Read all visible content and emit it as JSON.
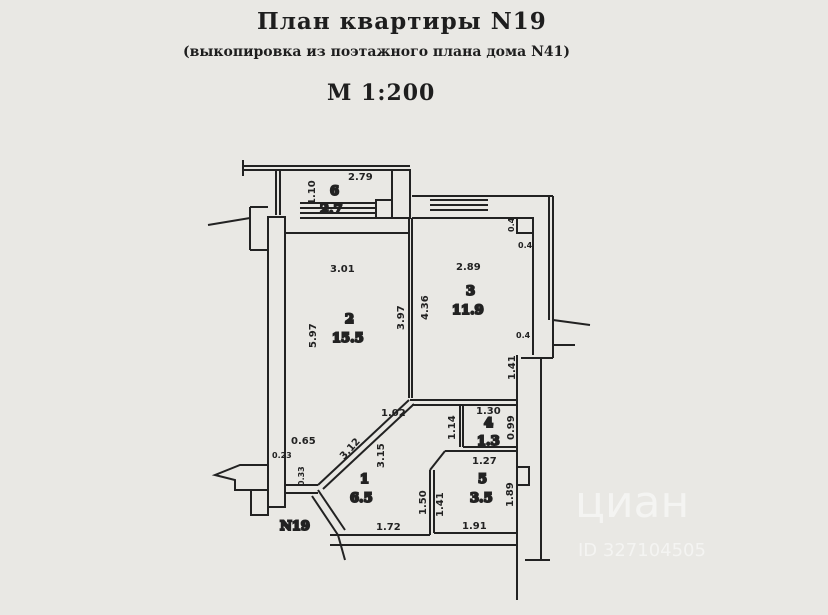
{
  "header": {
    "title": "План квартиры N19",
    "subtitle": "(выкопировка из поэтажного плана дома N41)",
    "scale": "М 1:200"
  },
  "rooms": [
    {
      "number": "1",
      "area": "6.5"
    },
    {
      "number": "2",
      "area": "15.5"
    },
    {
      "number": "3",
      "area": "11.9"
    },
    {
      "number": "4",
      "area": "1.3"
    },
    {
      "number": "5",
      "area": "3.5"
    },
    {
      "number": "6",
      "area": "2.7"
    }
  ],
  "dimensions": {
    "r6_width": "2.79",
    "r6_depth": "1.10",
    "r2_width": "3.01",
    "r2_left": "5.97",
    "r2_right": "3.97",
    "r3_width": "2.89",
    "r3_left": "4.36",
    "r3_niche_a": "0.4",
    "r3_niche_b": "0.4",
    "r3_niche_c": "0.4",
    "r3_right": "1.41",
    "r1_top": "1.02",
    "r1_diag": "3.12",
    "r1_center": "3.15",
    "r1_right": "1.14",
    "r1_bottom": "1.72",
    "r1_lower_right": "1.50",
    "r4_width": "1.30",
    "r4_depth": "0.99",
    "r5_width": "1.27",
    "r5_left": "1.41",
    "r5_right": "1.89",
    "r5_bottom": "1.91",
    "hall_a": "0.65",
    "hall_b": "0.23",
    "hall_c": "0.33"
  },
  "apartment_label": "N19",
  "watermark": {
    "brand": "циан",
    "id": "ID 327104505"
  }
}
